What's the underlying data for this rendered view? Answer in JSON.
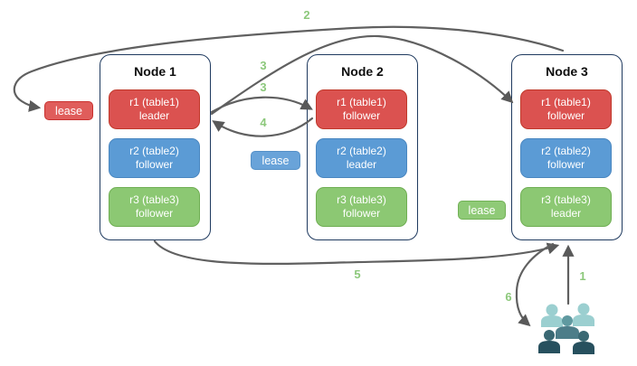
{
  "diagram": {
    "nodes": [
      {
        "title": "Node 1",
        "ranges": [
          {
            "label": "r1 (table1)",
            "role": "leader",
            "color": "#db5250"
          },
          {
            "label": "r2 (table2)",
            "role": "follower",
            "color": "#5b9bd5"
          },
          {
            "label": "r3 (table3)",
            "role": "follower",
            "color": "#8cc873"
          }
        ]
      },
      {
        "title": "Node 2",
        "ranges": [
          {
            "label": "r1 (table1)",
            "role": "follower",
            "color": "#db5250"
          },
          {
            "label": "r2 (table2)",
            "role": "leader",
            "color": "#5b9bd5"
          },
          {
            "label": "r3 (table3)",
            "role": "follower",
            "color": "#8cc873"
          }
        ]
      },
      {
        "title": "Node 3",
        "ranges": [
          {
            "label": "r1 (table1)",
            "role": "follower",
            "color": "#db5250"
          },
          {
            "label": "r2 (table2)",
            "role": "follower",
            "color": "#5b9bd5"
          },
          {
            "label": "r3 (table3)",
            "role": "leader",
            "color": "#8cc873"
          }
        ]
      }
    ],
    "leases": [
      {
        "label": "lease",
        "color": "#e05d5b"
      },
      {
        "label": "lease",
        "color": "#69a3d9"
      },
      {
        "label": "lease",
        "color": "#8fca77"
      }
    ],
    "steps": {
      "s1": "1",
      "s2": "2",
      "s3a": "3",
      "s3b": "3",
      "s4": "4",
      "s5": "5",
      "s6": "6"
    },
    "icons": {
      "people": "users-group-icon"
    },
    "colors": {
      "arrow": "#606060",
      "step_label": "#8cc87b",
      "node_border": "#1f3a5f"
    }
  }
}
